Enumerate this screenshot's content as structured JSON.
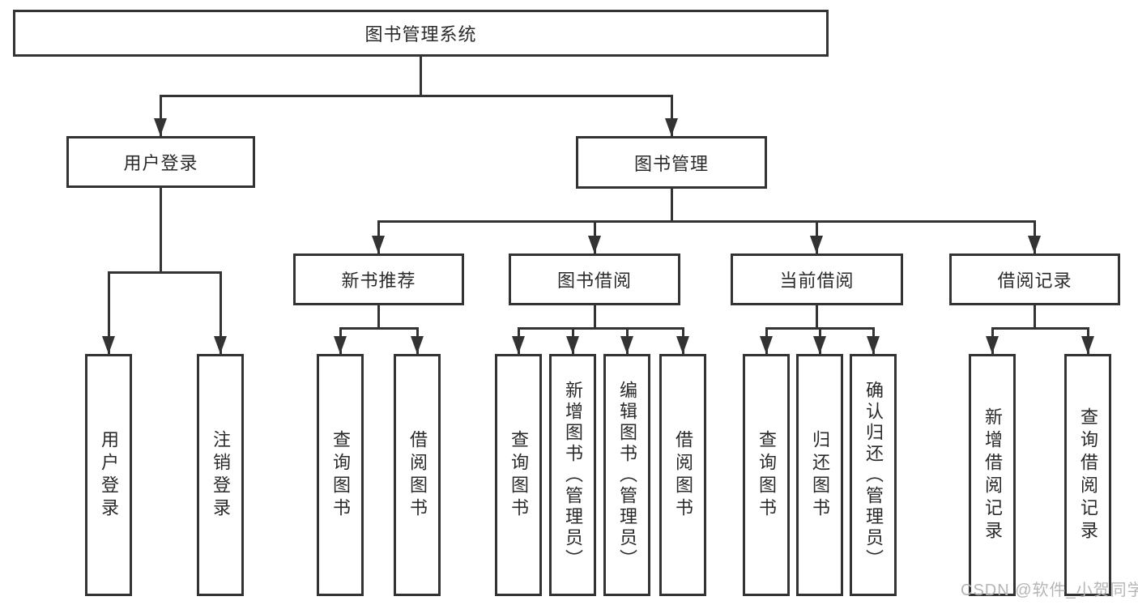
{
  "watermark": "CSDN @软件_小贺同学",
  "diagram": {
    "type": "tree",
    "colors": {
      "line": "#333333",
      "box_bg": "#ffffff",
      "text": "#2a2a2a",
      "watermark": "#b5b5b5"
    },
    "root": {
      "label": "图书管理系统"
    },
    "branches": [
      {
        "label": "用户登录",
        "children": [
          {
            "label": "用户登录"
          },
          {
            "label": "注销登录"
          }
        ]
      },
      {
        "label": "图书管理",
        "children": [
          {
            "label": "新书推荐",
            "children": [
              {
                "label": "查询图书"
              },
              {
                "label": "借阅图书"
              }
            ]
          },
          {
            "label": "图书借阅",
            "children": [
              {
                "label": "查询图书"
              },
              {
                "label": "新增图书（管理员）"
              },
              {
                "label": "编辑图书（管理员）"
              },
              {
                "label": "借阅图书"
              }
            ]
          },
          {
            "label": "当前借阅",
            "children": [
              {
                "label": "查询图书"
              },
              {
                "label": "归还图书"
              },
              {
                "label": "确认归还（管理员）"
              }
            ]
          },
          {
            "label": "借阅记录",
            "children": [
              {
                "label": "新增借阅记录"
              },
              {
                "label": "查询借阅记录"
              }
            ]
          }
        ]
      }
    ]
  }
}
